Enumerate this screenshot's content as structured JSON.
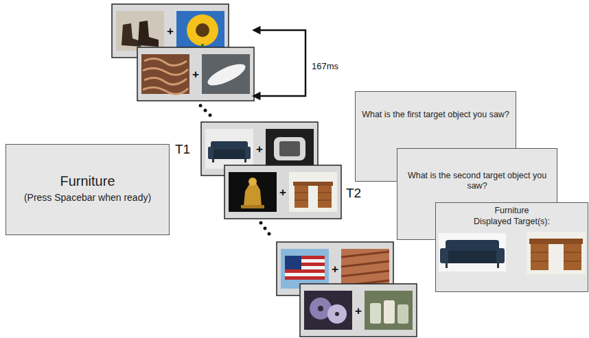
{
  "diagram": {
    "nodes": [
      {
        "text": [
          "Furniture",
          "(Press Spacebar when ready)"
        ]
      },
      {
        "text": [
          "What is the first target object you saw?"
        ]
      },
      {
        "text": [
          "What is the second target object you saw?"
        ]
      },
      {
        "text": [
          "Furniture",
          "Displayed Target(s):"
        ]
      }
    ],
    "labels": [
      "+",
      "167ms",
      "+",
      "T1",
      "+",
      "+",
      "T2",
      "+",
      "+"
    ]
  }
}
